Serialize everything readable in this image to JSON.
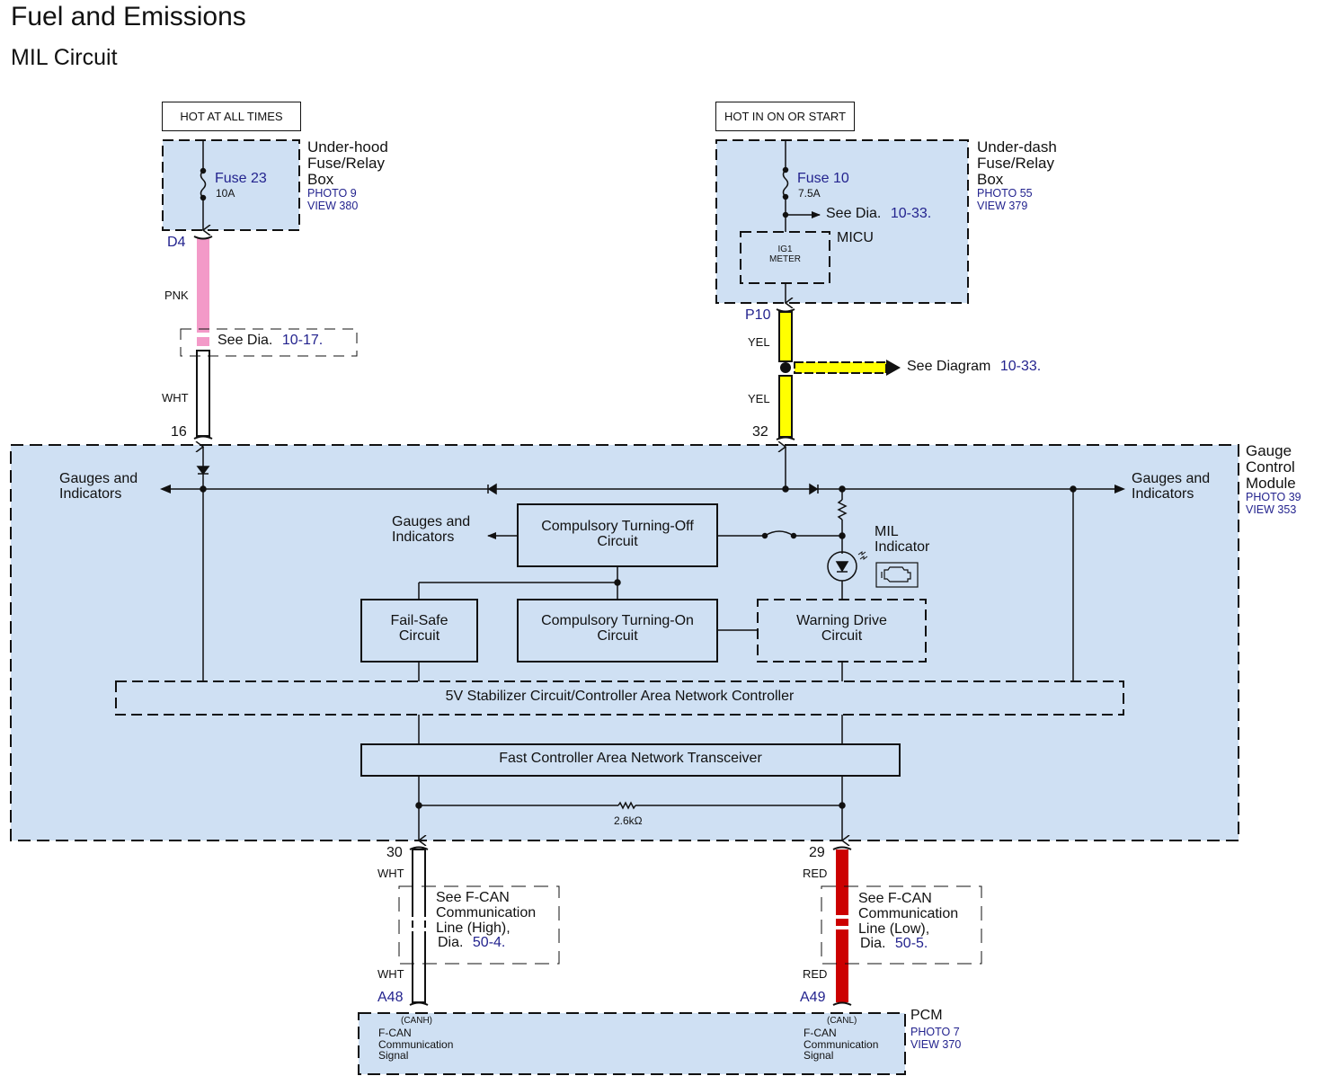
{
  "header": {
    "section": "Fuel and Emissions",
    "circuit": "MIL Circuit"
  },
  "colors": {
    "module_fill": "#cfe0f3",
    "reference_blue": "#23238e",
    "wire_pink": "#f39ac8",
    "wire_yellow": "#ffff00",
    "wire_red": "#cc0000",
    "wire_white": "#ffffff"
  },
  "power_sources": [
    {
      "label": "HOT AT ALL TIMES",
      "box": {
        "name": "Under-hood Fuse/Relay Box",
        "lines": [
          "Under-hood",
          "Fuse/Relay",
          "Box"
        ],
        "photo": "PHOTO 9",
        "view": "VIEW 380"
      },
      "fuse": {
        "name": "Fuse 23",
        "rating": "10A"
      },
      "connector": "D4"
    },
    {
      "label": "HOT IN ON OR START",
      "box": {
        "name": "Under-dash Fuse/Relay Box",
        "lines": [
          "Under-dash",
          "Fuse/Relay",
          "Box"
        ],
        "photo": "PHOTO 55",
        "view": "VIEW 379"
      },
      "fuse": {
        "name": "Fuse 10",
        "rating": "7.5A"
      },
      "see": {
        "text": "See Dia.",
        "ref": "10-33."
      },
      "micu": {
        "label": "MICU",
        "inner": [
          "IG1",
          "METER"
        ]
      },
      "connector": "P10"
    }
  ],
  "wires": {
    "left": {
      "upper_color": "PNK",
      "see": {
        "text": "See Dia.",
        "ref": "10-17."
      },
      "lower_color": "WHT",
      "terminal": "16"
    },
    "right": {
      "upper_color": "YEL",
      "see": {
        "text": "See Diagram",
        "ref": "10-33."
      },
      "lower_color": "YEL",
      "terminal": "32"
    },
    "can_high": {
      "terminal": "30",
      "upper_color": "WHT",
      "see_lines": [
        "See F-CAN",
        "Communication",
        "Line (High),"
      ],
      "see_dia": "Dia.",
      "see_ref": "50-4.",
      "lower_color": "WHT",
      "connector": "A48"
    },
    "can_low": {
      "terminal": "29",
      "upper_color": "RED",
      "see_lines": [
        "See F-CAN",
        "Communication",
        "Line (Low),"
      ],
      "see_dia": "Dia.",
      "see_ref": "50-5.",
      "lower_color": "RED",
      "connector": "A49"
    }
  },
  "gauge_module": {
    "lines": [
      "Gauge",
      "Control",
      "Module"
    ],
    "photo": "PHOTO 39",
    "view": "VIEW 353",
    "outputs": {
      "left": [
        "Gauges and",
        "Indicators"
      ],
      "right": [
        "Gauges and",
        "Indicators"
      ],
      "middle": [
        "Gauges and",
        "Indicators"
      ]
    },
    "blocks": {
      "turn_off": [
        "Compulsory Turning-Off",
        "Circuit"
      ],
      "turn_on": [
        "Compulsory Turning-On",
        "Circuit"
      ],
      "fail_safe": [
        "Fail-Safe",
        "Circuit"
      ],
      "warning_drive": [
        "Warning Drive",
        "Circuit"
      ],
      "stabilizer": "5V Stabilizer Circuit/Controller Area Network Controller",
      "transceiver": "Fast Controller Area Network Transceiver"
    },
    "mil": [
      "MIL",
      "Indicator"
    ],
    "resistor": "2.6kΩ"
  },
  "pcm": {
    "name": "PCM",
    "photo": "PHOTO 7",
    "view": "VIEW 370",
    "high": {
      "tag": "(CANH)",
      "lines": [
        "F-CAN",
        "Communication",
        "Signal"
      ]
    },
    "low": {
      "tag": "(CANL)",
      "lines": [
        "F-CAN",
        "Communication",
        "Signal"
      ]
    }
  }
}
